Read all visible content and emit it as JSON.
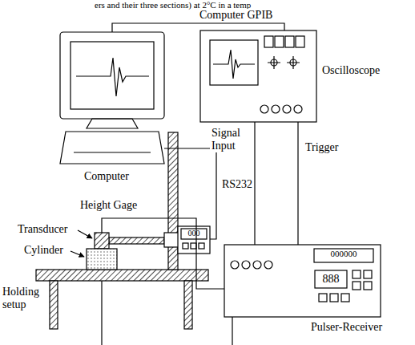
{
  "diagram": {
    "nodes": [
      {
        "text": [
          "Computer"
        ]
      },
      {
        "text": [
          "Oscilloscope"
        ]
      },
      {
        "text": [
          "000000",
          "888",
          "Pulser-Receiver"
        ]
      },
      {
        "text": [
          "Height Gage",
          "000"
        ]
      },
      {
        "text": [
          "Transducer"
        ]
      },
      {
        "text": [
          "Cylinder"
        ]
      },
      {
        "text": [
          "Holding setup"
        ]
      }
    ],
    "edges": [
      {
        "from": 0,
        "to": 1,
        "label": "Computer GPIB",
        "arrow": "none"
      },
      {
        "from": 1,
        "to": 2,
        "label": "Signal Input",
        "arrow": "none"
      },
      {
        "from": 1,
        "to": 2,
        "label": "Trigger",
        "arrow": "none"
      },
      {
        "from": 0,
        "to": 3,
        "label": "RS232",
        "arrow": "none"
      },
      {
        "from": 2,
        "to": 4,
        "arrow": "none"
      }
    ],
    "labels": [
      "ers and their three sections) at 2°C in a temp"
    ]
  }
}
